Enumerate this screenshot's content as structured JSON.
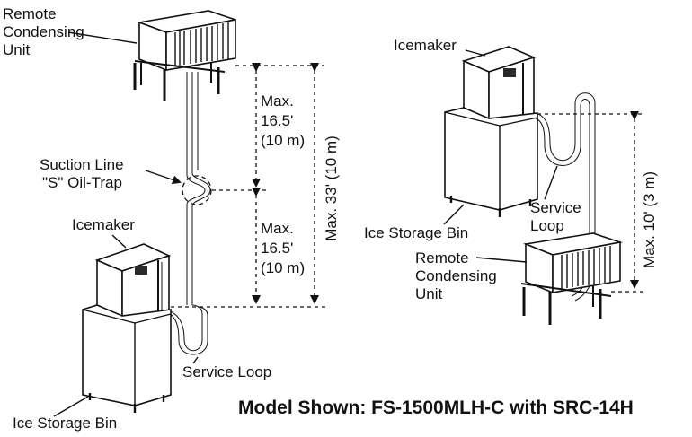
{
  "left_setup": {
    "remote_unit_label_lines": [
      "Remote",
      "Condensing",
      "Unit"
    ],
    "suction_label_lines": [
      "Suction Line",
      "\"S\" Oil-Trap"
    ],
    "icemaker_label": "Icemaker",
    "bin_label": "Ice Storage Bin",
    "service_loop_label": "Service Loop",
    "upper_dim_lines": [
      "Max.",
      "16.5'",
      "(10 m)"
    ],
    "lower_dim_lines": [
      "Max.",
      "16.5'",
      "(10 m)"
    ],
    "total_dim": "Max. 33' (10 m)"
  },
  "right_setup": {
    "icemaker_label": "Icemaker",
    "bin_label": "Ice Storage Bin",
    "service_loop_label_lines": [
      "Service",
      "Loop"
    ],
    "remote_unit_label_lines": [
      "Remote",
      "Condensing",
      "Unit"
    ],
    "dim": "Max. 10' (3 m)"
  },
  "model_caption": "Model Shown: FS-1500MLH-C with SRC-14H"
}
